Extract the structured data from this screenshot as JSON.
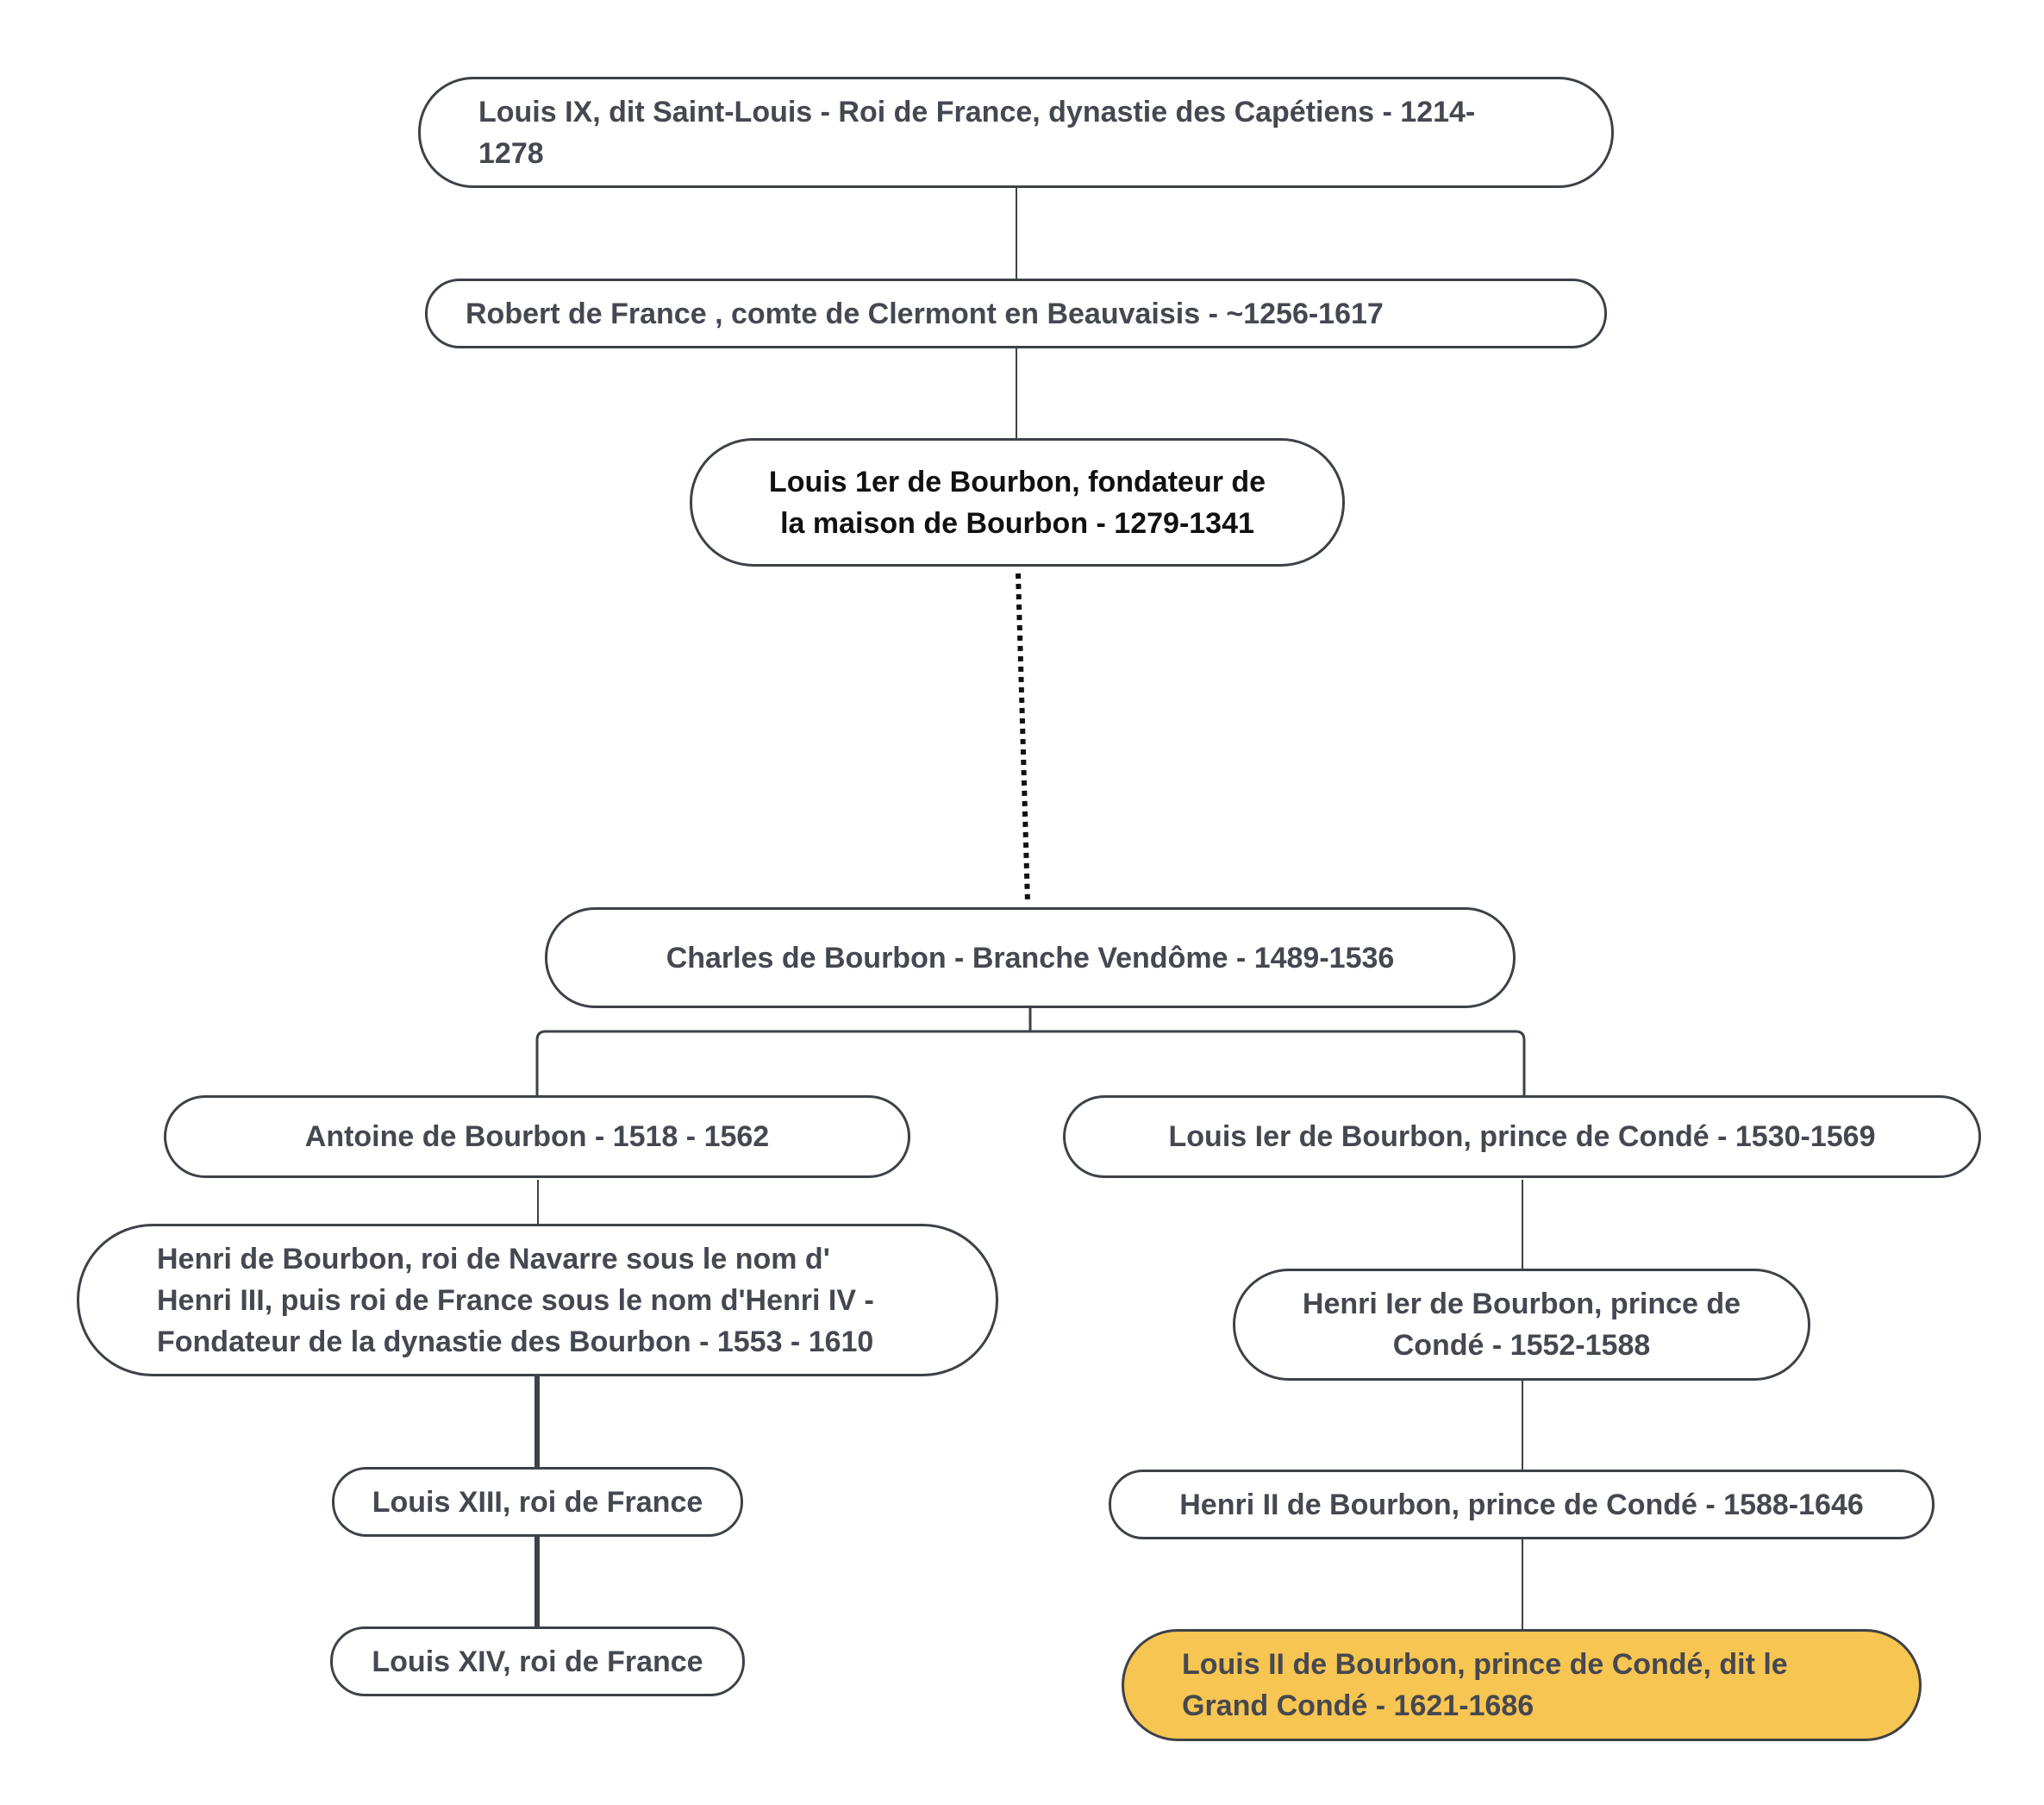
{
  "nodes": {
    "louis_ix": {
      "lines": [
        "Louis IX, dit Saint-Louis - Roi de France, dynastie des Capétiens - 1214-",
        "1278"
      ]
    },
    "robert": {
      "lines": [
        "Robert de France , comte de Clermont en Beauvaisis - ~1256-1617"
      ]
    },
    "louis_1er": {
      "lines": [
        "Louis 1er de Bourbon, fondateur de",
        "la maison de Bourbon - 1279-1341"
      ]
    },
    "charles": {
      "lines": [
        "Charles de Bourbon - Branche Vendôme - 1489-1536"
      ]
    },
    "antoine": {
      "lines": [
        "Antoine de Bourbon -  1518 - 1562"
      ]
    },
    "louis_ier_conde": {
      "lines": [
        "Louis Ier de Bourbon, prince de Condé - 1530-1569"
      ]
    },
    "henri_iv": {
      "lines": [
        "Henri de Bourbon, roi de Navarre sous le nom d'",
        "Henri III, puis roi de France sous le nom d'Henri IV -",
        "Fondateur de la dynastie des Bourbon - 1553 - 1610"
      ]
    },
    "henri_ier_conde": {
      "lines": [
        "Henri Ier de Bourbon, prince de",
        "Condé - 1552-1588"
      ]
    },
    "louis_xiii": {
      "lines": [
        "Louis XIII, roi de France"
      ]
    },
    "henri_ii_conde": {
      "lines": [
        "Henri II de Bourbon, prince de Condé - 1588-1646"
      ]
    },
    "louis_xiv": {
      "lines": [
        "Louis XIV, roi de France"
      ]
    },
    "grand_conde": {
      "lines": [
        "Louis II de Bourbon, prince de Condé, dit le",
        "Grand Condé - 1621-1686"
      ]
    }
  },
  "colors": {
    "border": "#3d4148",
    "text": "#454851",
    "highlight": "#f7c551",
    "line": "#3d4148"
  }
}
